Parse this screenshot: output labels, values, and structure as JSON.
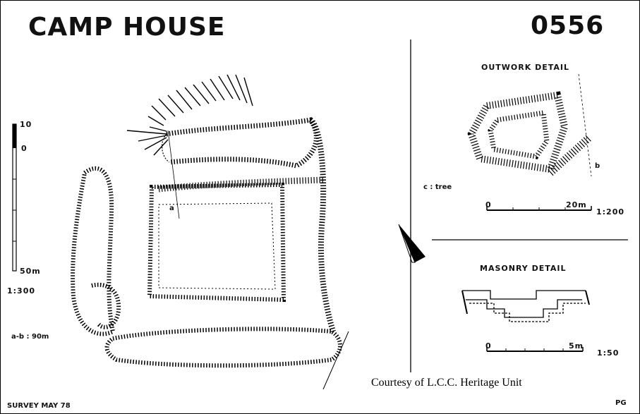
{
  "header": {
    "title": "CAMP HOUSE",
    "sheet_number": "0556"
  },
  "main_plan": {
    "scale_bar": {
      "top_label": "10",
      "zero_label": "0",
      "bottom_label": "50m"
    },
    "scale": "1:300",
    "distance_note": "a-b : 90m",
    "point_labels": {
      "a": "a"
    }
  },
  "outwork_detail": {
    "title": "OUTWORK   DETAIL",
    "legend": "c : tree",
    "point_b": "b",
    "scale_start": "0",
    "scale_end": "20m",
    "scale": "1:200"
  },
  "masonry_detail": {
    "title": "MASONRY   DETAIL",
    "scale_start": "0",
    "scale_end": "5m",
    "scale": "1:50"
  },
  "credit": "Courtesy of  L.C.C. Heritage Unit",
  "footer": {
    "survey": "SURVEY   MAY  78",
    "initials": "PG"
  }
}
